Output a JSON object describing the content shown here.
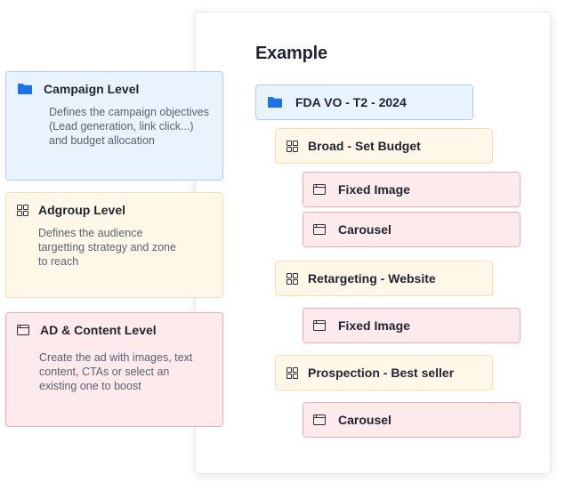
{
  "levels": {
    "campaign": {
      "title": "Campaign Level",
      "description": "Defines the campaign objectives (Lead generation, link click...) and budget allocation",
      "icon": "folder-icon"
    },
    "adgroup": {
      "title": "Adgroup Level",
      "description": "Defines the audience targetting strategy and zone to reach",
      "icon": "grid-icon"
    },
    "ad_content": {
      "title": "AD & Content Level",
      "description": "Create the ad with images, text content, CTAs or select an existing one to boost",
      "icon": "window-icon"
    }
  },
  "example": {
    "title": "Example",
    "campaign": "FDA VO - T2 - 2024",
    "adgroups": [
      {
        "name": "Broad - Set Budget",
        "ads": [
          "Fixed Image",
          "Carousel"
        ]
      },
      {
        "name": "Retargeting - Website",
        "ads": [
          "Fixed Image"
        ]
      },
      {
        "name": "Prospection - Best seller",
        "ads": [
          "Carousel"
        ]
      }
    ]
  },
  "colors": {
    "campaign_bg": "#e8f3fd",
    "campaign_border": "#a9d0f3",
    "adgroup_bg": "#fff8e8",
    "adgroup_border": "#f6e0ad",
    "ad_bg": "#fdeaec",
    "ad_border": "#f1aab6",
    "folder_blue": "#1a73e8"
  }
}
